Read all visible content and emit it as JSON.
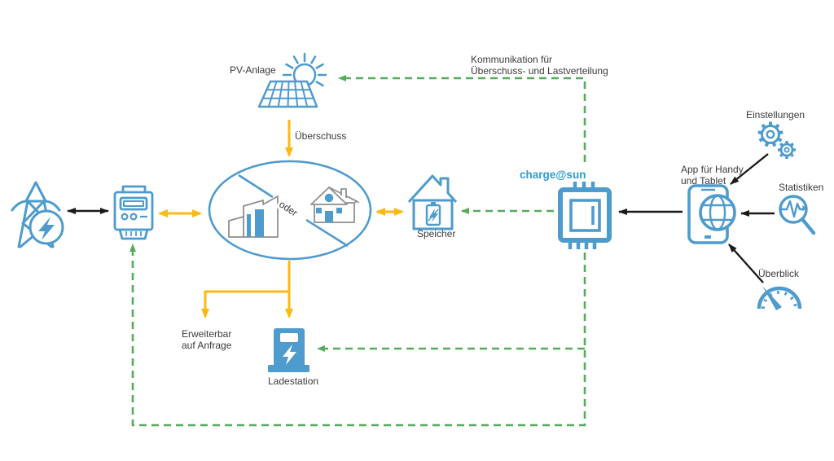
{
  "colors": {
    "icon_blue": "#4E9BCD",
    "brand_blue": "#2E9AD2",
    "energy_yellow": "#FCB813",
    "comm_green": "#56AB5C",
    "arrow_black": "#1a1a1a",
    "building_gray": "#8f8f8f"
  },
  "labels": {
    "pv_anlage": "PV-Anlage",
    "ueberschuss": "Überschuss",
    "kommunikation_line1": "Kommunikation für",
    "kommunikation_line2": "Überschuss- und Lastverteilung",
    "oder": "oder",
    "speicher": "Speicher",
    "controller": "charge@sun",
    "app_line1": "App für Handy",
    "app_line2": "und Tablet",
    "einstellungen": "Einstellungen",
    "statistiken": "Statistiken",
    "ueberblick": "Überblick",
    "erweiterbar_line1": "Erweiterbar",
    "erweiterbar_line2": "auf Anfrage",
    "ladestation": "Ladestation"
  },
  "icons": [
    "power-grid-icon",
    "meter-icon",
    "building-ellipse",
    "factory-icon",
    "house-icon",
    "pv-panel-icon",
    "sun-icon",
    "storage-house-icon",
    "battery-icon",
    "controller-chip-icon",
    "app-phone-icon",
    "globe-icon",
    "gears-icon",
    "statistics-magnifier-icon",
    "overview-gauge-icon",
    "charging-station-icon"
  ]
}
